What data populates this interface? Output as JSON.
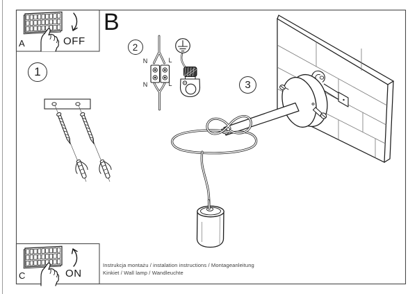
{
  "sections": {
    "a": {
      "label": "A",
      "state": "OFF"
    },
    "b": {
      "label": "B"
    },
    "c": {
      "label": "C",
      "state": "ON"
    }
  },
  "steps": [
    {
      "number": "1"
    },
    {
      "number": "2"
    },
    {
      "number": "3"
    }
  ],
  "wiring_labels": {
    "n_top": "N",
    "l_top": "L",
    "n_bottom": "N",
    "l_bottom": "L"
  },
  "footer": {
    "line1": "Instrukcja montażu / instalation instructions / Montageanleitung",
    "line2": "Kinkiet / Wall lamp / Wandleuchte"
  },
  "colors": {
    "line": "#1c1c1c",
    "frame": "#4a4a4a",
    "tile_line": "#777777",
    "background": "#ffffff"
  }
}
